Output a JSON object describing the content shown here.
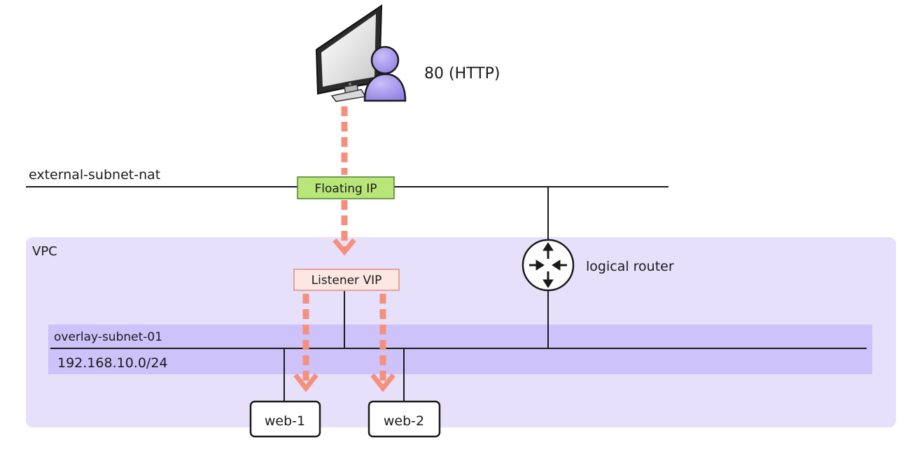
{
  "client": {
    "port_label": "80 (HTTP)"
  },
  "external_network": {
    "name": "external-subnet-nat",
    "floating_ip_label": "Floating IP"
  },
  "vpc": {
    "name": "VPC",
    "listener_label": "Listener VIP",
    "router_label": "logical router",
    "subnet": {
      "name": "overlay-subnet-01",
      "cidr": "192.168.10.0/24"
    },
    "servers": [
      {
        "label": "web-1"
      },
      {
        "label": "web-2"
      }
    ]
  },
  "colors": {
    "vpc_fill": "#e6e0fb",
    "subnet_fill": "#cdc2fa",
    "floating_ip_fill": "#b9e678",
    "floating_ip_border": "#4f7f2a",
    "listener_fill": "#fde7e2",
    "listener_border": "#e28c7d",
    "flow_arrow": "#f6907c",
    "user_icon": "#9c8ae8"
  }
}
